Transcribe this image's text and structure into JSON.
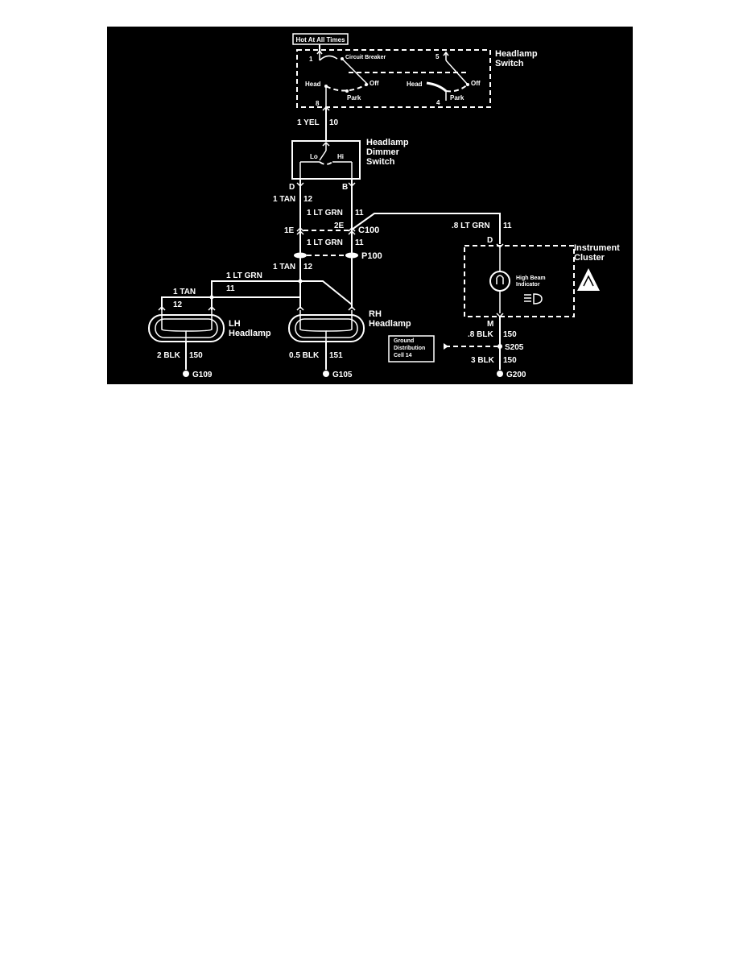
{
  "colors": {
    "background": "#000000",
    "line": "#ffffff",
    "page": "#ffffff"
  },
  "labels": {
    "hot_at_all_times": "Hot At All Times",
    "headlamp_switch": [
      "Headlamp",
      "Switch"
    ],
    "circuit_breaker": "Circuit Breaker",
    "switch_pin_1": "1",
    "switch_pin_5": "5",
    "switch_pin_8": "8",
    "switch_pin_4": "4",
    "head_left": "Head",
    "head_right": "Head",
    "off_left": "Off",
    "off_right": "Off",
    "park_left": "Park",
    "park_right": "Park",
    "wire_yel": "1 YEL",
    "wire_yel_circuit": "10",
    "dimmer_switch": [
      "Headlamp",
      "Dimmer",
      "Switch"
    ],
    "lo": "Lo",
    "hi": "Hi",
    "pin_d": "D",
    "pin_b": "B",
    "wire_tan_12_a": "1 TAN",
    "circuit_12_a": "12",
    "wire_ltgrn_11_a": "1 LT GRN",
    "circuit_11_a": "11",
    "conn_1e": "1E",
    "conn_2e": "2E",
    "c100": "C100",
    "wire_ltgrn_11_b": "1 LT GRN",
    "circuit_11_b": "11",
    "p100": "P100",
    "wire_tan_12_b": "1 TAN",
    "circuit_12_b": "12",
    "wire_ltgrn_lh": "1 LT GRN",
    "circuit_11_lh": "11",
    "wire_tan_lh": "1 TAN",
    "circuit_12_lh": "12",
    "lh_headlamp": [
      "LH",
      "Headlamp"
    ],
    "rh_headlamp": [
      "RH",
      "Headlamp"
    ],
    "wire_blk_150_lh": "2 BLK",
    "circuit_150_lh": "150",
    "g109": "G109",
    "wire_blk_151": "0.5 BLK",
    "circuit_151": "151",
    "g105": "G105",
    "wire_ltgrn_cluster": ".8 LT GRN",
    "circuit_11_cluster": "11",
    "cluster_pin_d": "D",
    "instrument_cluster": [
      "Instrument",
      "Cluster"
    ],
    "high_beam_indicator": [
      "High Beam",
      "Indicator"
    ],
    "cluster_pin_m": "M",
    "wire_blk_150_a": ".8 BLK",
    "circuit_150_a": "150",
    "ground_distribution": [
      "Ground",
      "Distribution",
      "Cell 14"
    ],
    "s205": "S205",
    "wire_blk_150_b": "3 BLK",
    "circuit_150_b": "150",
    "g200": "G200"
  }
}
